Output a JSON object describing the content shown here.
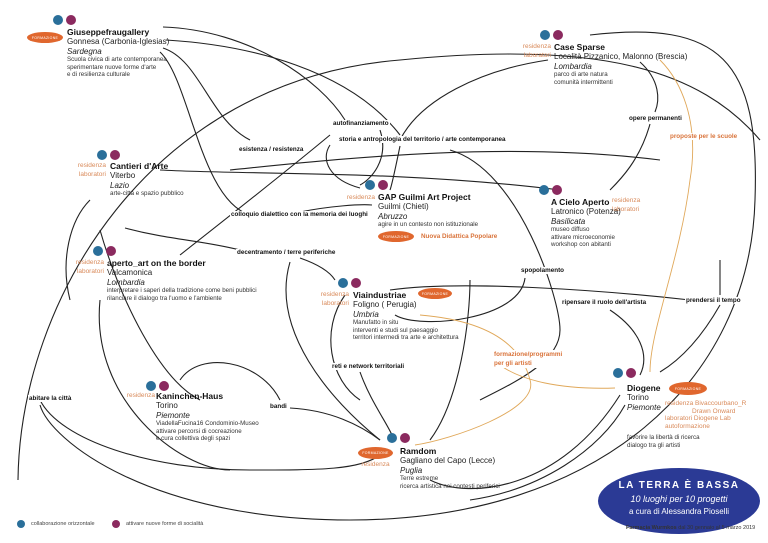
{
  "colors": {
    "blue": "#2a6f9a",
    "purple": "#8b2a5f",
    "orange": "#e0672e",
    "label_orange": "#d98a5a",
    "navy": "#2b3a95"
  },
  "pill_label": "FORMAZIONE",
  "nodes": {
    "giuseppe": {
      "title": "Giuseppefraugallery",
      "city": "Gonnesa (Carbonia-Iglesias)",
      "region": "Sardegna",
      "subtitle": "Scuola civica di arte contemporanea",
      "desc1": "sperimentare nuove forme d'arte",
      "desc2": "e di resilienza culturale"
    },
    "case_sparse": {
      "side1": "residenza",
      "side2": "laboratori",
      "title": "Case Sparse",
      "city": "Località Pizzanico, Malonno (Brescia)",
      "region": "Lombardia",
      "desc1": "parco di arte natura",
      "desc2": "comunità intermittenti"
    },
    "cantieri": {
      "side1": "residenza",
      "side2": "laboratori",
      "title": "Cantieri d'Arte",
      "city": "Viterbo",
      "region": "Lazio",
      "desc1": "arte-città e spazio pubblico"
    },
    "gap": {
      "side1": "residenza",
      "title": "GAP Guilmi Art Project",
      "city": "Guilmi (Chieti)",
      "region": "Abruzzo",
      "desc1": "agire in un contesto non istituzionale",
      "extra": "Nuova Didattica Popolare"
    },
    "cielo": {
      "side1": "residenza",
      "side2": "laboratori",
      "title": "A Cielo Aperto",
      "city": "Latronico (Potenza)",
      "region": "Basilicata",
      "desc1": "museo diffuso",
      "desc2": "attivare microeconomie",
      "desc3": "workshop con abitanti"
    },
    "aperto": {
      "side1": "residenza",
      "side2": "laboratori",
      "title": "aperto_art on the border",
      "city": "Valcamonica",
      "region": "Lombardia",
      "desc1": "interpretare i saperi della tradizione come beni pubblici",
      "desc2": "rilanciare il dialogo tra l'uomo e l'ambiente"
    },
    "via": {
      "side1": "residenza",
      "side2": "laboratori",
      "title": "Viaindustriae",
      "city": "Foligno ( Perugia)",
      "region": "Umbria",
      "desc1": "Manufatto in situ",
      "desc2": "interventi e studi sul paesaggio",
      "desc3": "territori intermedi tra arte e architettura"
    },
    "kaninchen": {
      "side1": "residenza",
      "title": "Kaninchen-Haus",
      "city": "Torino",
      "region": "Piemonte",
      "desc1": "ViadellaFucina16 Condominio-Museo",
      "desc2": "attivare percorsi di cocreazione",
      "desc3": "e cura collettiva degli spazi"
    },
    "ramdom": {
      "side1": "residenza",
      "title": "Ramdom",
      "city": "Gagliano del Capo (Lecce)",
      "region": "Puglia",
      "desc1": "Terre estreme",
      "desc2": "ricerca artistica nei contesti periferici"
    },
    "diogene": {
      "title": "Diogene",
      "city": "Torino",
      "region": "Piemonte",
      "side1": "residenza Bivaccourbano_R",
      "side2": "Drawn Onward",
      "side3": "laboratori  Diogene Lab",
      "side4": "autoformazione",
      "desc1": "favorire la libertà di ricerca",
      "desc2": "dialogo tra gli artisti"
    }
  },
  "keywords": {
    "autofinanziamento": "autofinanziamento",
    "storia": "storia e antropologia del territorio / arte contemporanea",
    "esistenza": "esistenza / resistenza",
    "colloquio": "colloquio dialettico con la memoria dei luoghi",
    "decentramento": "decentramento / terre periferiche",
    "spopolamento": "spopolamento",
    "ripensare": "ripensare il ruolo dell'artista",
    "prendersi": "prendersi il tempo",
    "reti": "reti e network territoriali",
    "bandi": "bandi",
    "abitare": "abitare la città",
    "opere": "opere permanenti",
    "proposte": "proposte per le scuole",
    "formazione1": "formazione/programmi",
    "formazione2": "per gli artisti"
  },
  "title_box": {
    "title": "LA TERRA È BASSA",
    "subtitle": "10 luoghi per 10 progetti",
    "curator": "a cura di Alessandra Pioselli"
  },
  "footer": {
    "venue": "Farmacia Wurmkos",
    "dates": "dal  30 gennaio al 5 marzo 2019"
  },
  "legend": [
    {
      "label": "collaborazione orizzontale",
      "color": "#2a6f9a"
    },
    {
      "label": "attivare nuove forme di socialità",
      "color": "#8b2a5f"
    }
  ]
}
